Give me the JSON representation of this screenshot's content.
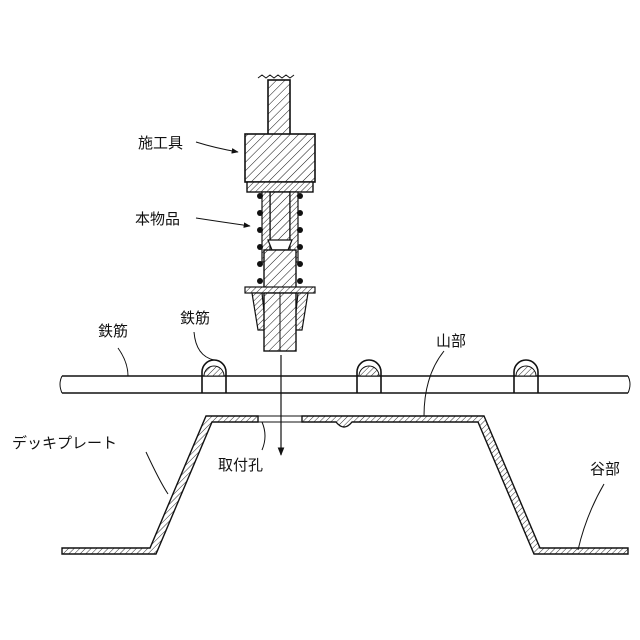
{
  "labels": {
    "tool": "施工具",
    "product": "本物品",
    "rebar_left": "鉄筋",
    "rebar_mid": "鉄筋",
    "peak": "山部",
    "deck_plate": "デッキプレート",
    "mount_hole": "取付孔",
    "valley": "谷部"
  },
  "colors": {
    "line": "#111111",
    "background": "#ffffff"
  }
}
